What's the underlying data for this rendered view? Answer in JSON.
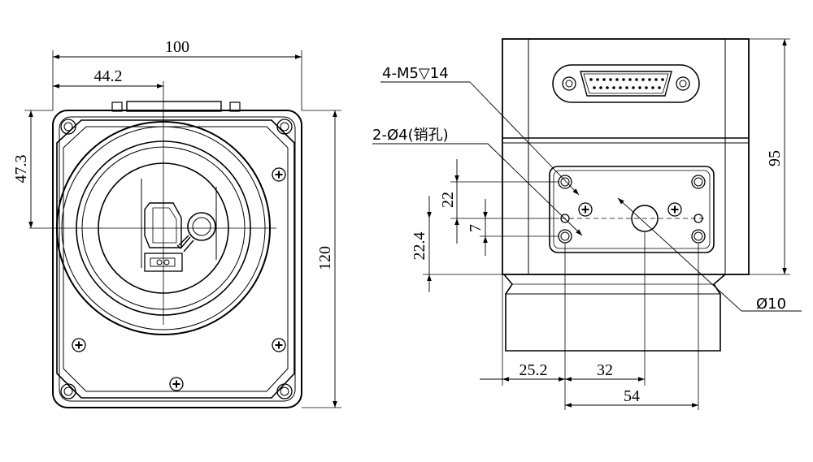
{
  "front_view": {
    "dims": {
      "width": "100",
      "offset_x": "44.2",
      "offset_y": "47.3",
      "height": "120"
    }
  },
  "side_view": {
    "callouts": {
      "threaded_holes": "4-M5▽14",
      "pin_holes": "2-Ø4(销孔)",
      "center_hole": "Ø10"
    },
    "dims": {
      "height": "95",
      "spacing_22": "22",
      "spacing_7": "7",
      "base_22_4": "22.4",
      "x_25_2": "25.2",
      "x_32": "32",
      "x_54": "54"
    }
  },
  "colors": {
    "line": "#000000",
    "background": "#ffffff"
  }
}
